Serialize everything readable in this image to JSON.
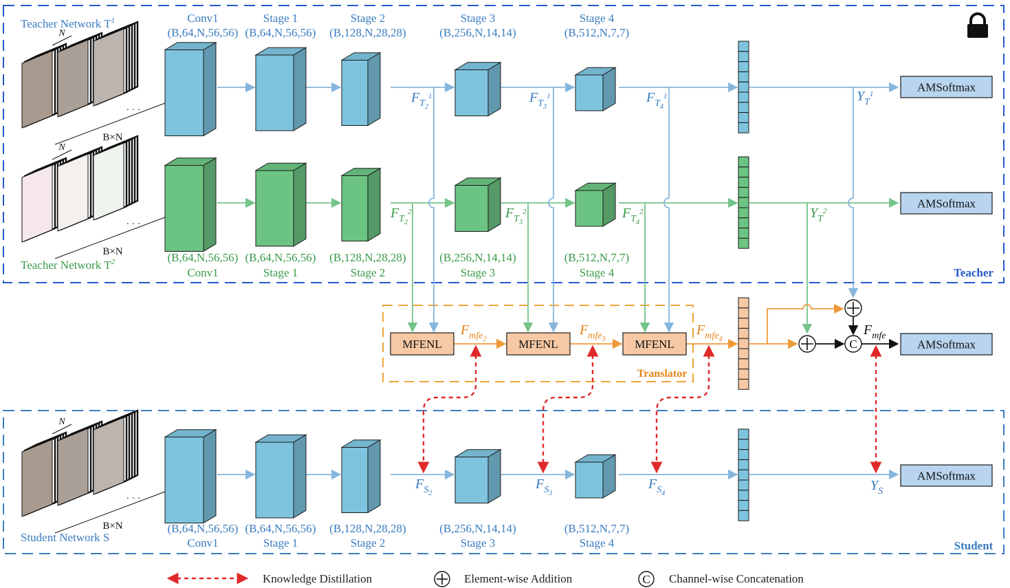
{
  "colors": {
    "teacher_blue": "#7ec4df",
    "teacher_green": "#6cc483",
    "translator_orange": "#f7c8a4",
    "box_blue": "#b8d4ef",
    "blue_line": "#86b6dd",
    "green_line": "#74c48a",
    "orange_line": "#ef9a3a",
    "kd_red": "#e02a2a",
    "frame_blue": "#2458c8",
    "frame_orange": "#f0a43a"
  },
  "teacher1": {
    "label": "Teacher Network T",
    "sup": "1",
    "stages": [
      {
        "name": "Conv1",
        "shape": "(B,64,N,56,56)"
      },
      {
        "name": "Stage 1",
        "shape": "(B,64,N,56,56)"
      },
      {
        "name": "Stage 2",
        "shape": "(B,128,N,28,28)"
      },
      {
        "name": "Stage 3",
        "shape": "(B,256,N,14,14)"
      },
      {
        "name": "Stage 4",
        "shape": "(B,512,N,7,7)"
      }
    ],
    "features": [
      {
        "base": "F",
        "sub": "T",
        "subsub": "2",
        "sup": "1"
      },
      {
        "base": "F",
        "sub": "T",
        "subsub": "3",
        "sup": "1"
      },
      {
        "base": "F",
        "sub": "T",
        "subsub": "4",
        "sup": "1"
      }
    ],
    "output": {
      "base": "Y",
      "sub": "T",
      "sup": "1"
    },
    "classifier": "AMSoftmax"
  },
  "teacher2": {
    "label": "Teacher Network T",
    "sup": "2",
    "stages": [
      {
        "name": "Conv1",
        "shape": "(B,64,N,56,56)"
      },
      {
        "name": "Stage 1",
        "shape": "(B,64,N,56,56)"
      },
      {
        "name": "Stage 2",
        "shape": "(B,128,N,28,28)"
      },
      {
        "name": "Stage 3",
        "shape": "(B,256,N,14,14)"
      },
      {
        "name": "Stage 4",
        "shape": "(B,512,N,7,7)"
      }
    ],
    "features": [
      {
        "base": "F",
        "sub": "T",
        "subsub": "2",
        "sup": "2"
      },
      {
        "base": "F",
        "sub": "T",
        "subsub": "3",
        "sup": "2"
      },
      {
        "base": "F",
        "sub": "T",
        "subsub": "4",
        "sup": "2"
      }
    ],
    "output": {
      "base": "Y",
      "sub": "T",
      "sup": "2"
    },
    "classifier": "AMSoftmax"
  },
  "teacher_frame_label": "Teacher",
  "translator": {
    "label": "Translator",
    "blocks": [
      "MFENL",
      "MFENL",
      "MFENL"
    ],
    "features": [
      {
        "base": "F",
        "sub": "mfe",
        "subsub": "2"
      },
      {
        "base": "F",
        "sub": "mfe",
        "subsub": "3"
      },
      {
        "base": "F",
        "sub": "mfe",
        "subsub": "4"
      }
    ],
    "fused": {
      "base": "F",
      "sub": "mfe"
    },
    "classifier": "AMSoftmax",
    "concat_symbol": "C"
  },
  "student": {
    "label": "Student Network S",
    "stages": [
      {
        "name": "Conv1",
        "shape": "(B,64,N,56,56)"
      },
      {
        "name": "Stage 1",
        "shape": "(B,64,N,56,56)"
      },
      {
        "name": "Stage 2",
        "shape": "(B,128,N,28,28)"
      },
      {
        "name": "Stage 3",
        "shape": "(B,256,N,14,14)"
      },
      {
        "name": "Stage 4",
        "shape": "(B,512,N,7,7)"
      }
    ],
    "features": [
      {
        "base": "F",
        "sub": "S",
        "subsub": "2"
      },
      {
        "base": "F",
        "sub": "S",
        "subsub": "3"
      },
      {
        "base": "F",
        "sub": "S",
        "subsub": "4"
      }
    ],
    "output": {
      "base": "Y",
      "sub": "S"
    },
    "classifier": "AMSoftmax",
    "frame_label": "Student"
  },
  "input": {
    "dim_n": "N",
    "dim_bn": "B×N",
    "dots": "· · ·"
  },
  "legend": {
    "kd": "Knowledge Distillation",
    "add": "Element-wise Addition",
    "concat": "Channel-wise Concatenation",
    "concat_symbol": "C"
  },
  "icons": {
    "lock": "lock-icon",
    "add": "plus-circle-icon",
    "concat": "concat-circle-icon"
  }
}
